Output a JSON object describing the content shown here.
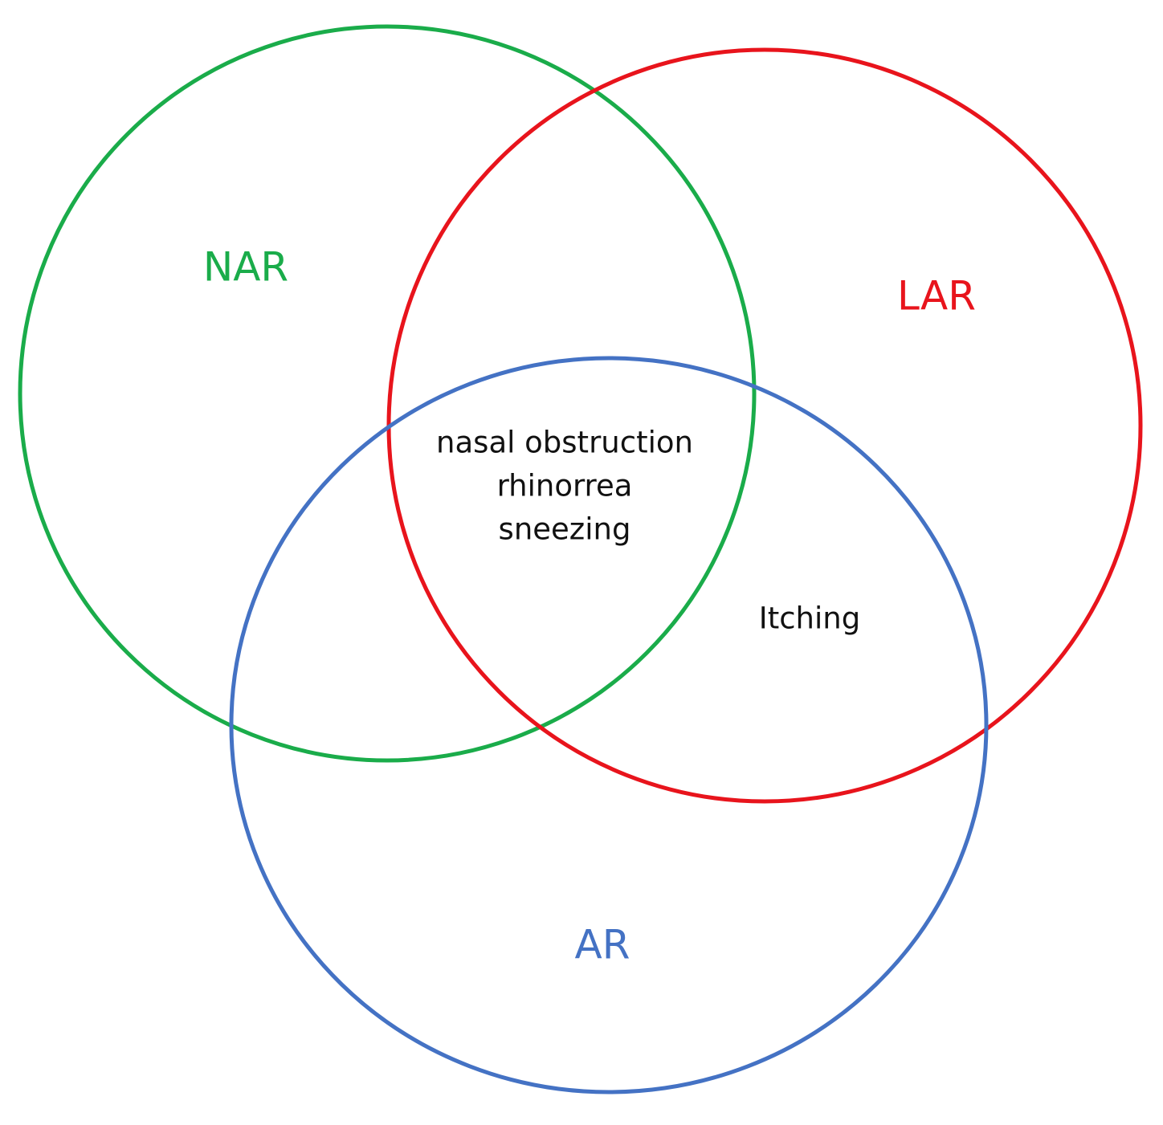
{
  "diagram": {
    "type": "venn",
    "sets": [
      {
        "id": "nar",
        "label": "NAR",
        "color": "#1aac4a"
      },
      {
        "id": "lar",
        "label": "LAR",
        "color": "#e8141c"
      },
      {
        "id": "ar",
        "label": "AR",
        "color": "#4472c4"
      }
    ],
    "regions": {
      "all_three": [
        "nasal obstruction",
        "rhinorrea",
        "sneezing"
      ],
      "lar_and_ar": [
        "Itching"
      ]
    }
  }
}
